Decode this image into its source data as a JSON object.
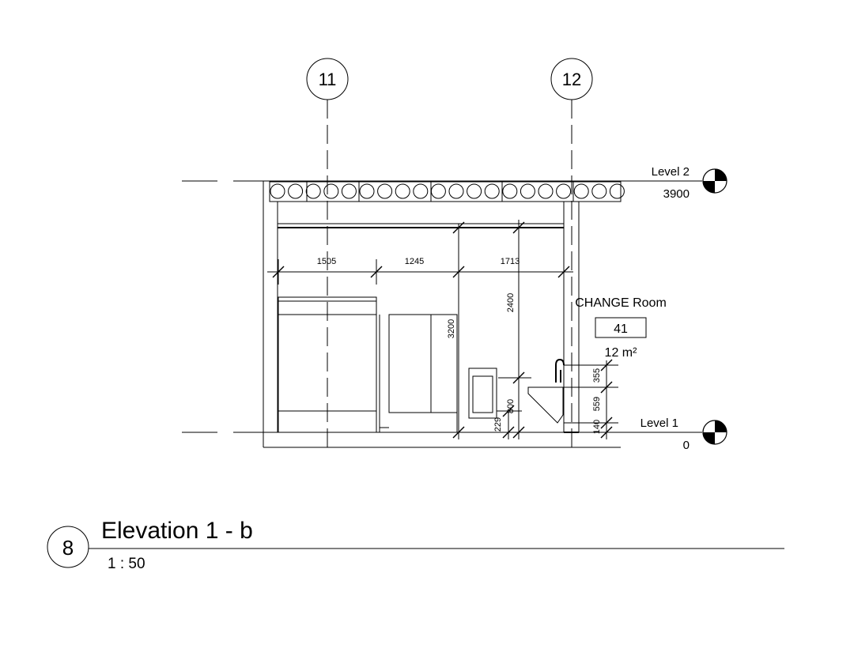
{
  "grids": [
    {
      "label": "11"
    },
    {
      "label": "12"
    }
  ],
  "levels": [
    {
      "name": "Level 2",
      "elevation": "3900"
    },
    {
      "name": "Level 1",
      "elevation": "0"
    }
  ],
  "dimensions": {
    "h1": "1505",
    "h2": "1245",
    "h3": "1713",
    "v_3200": "3200",
    "v_2400": "2400",
    "v_800": "800",
    "v_229": "229",
    "v_355": "355",
    "v_559": "559",
    "v_140": "140"
  },
  "room": {
    "name": "CHANGE Room",
    "number": "41",
    "area": "12 m²"
  },
  "view": {
    "number": "8",
    "title": "Elevation 1 - b",
    "scale": "1 : 50"
  }
}
